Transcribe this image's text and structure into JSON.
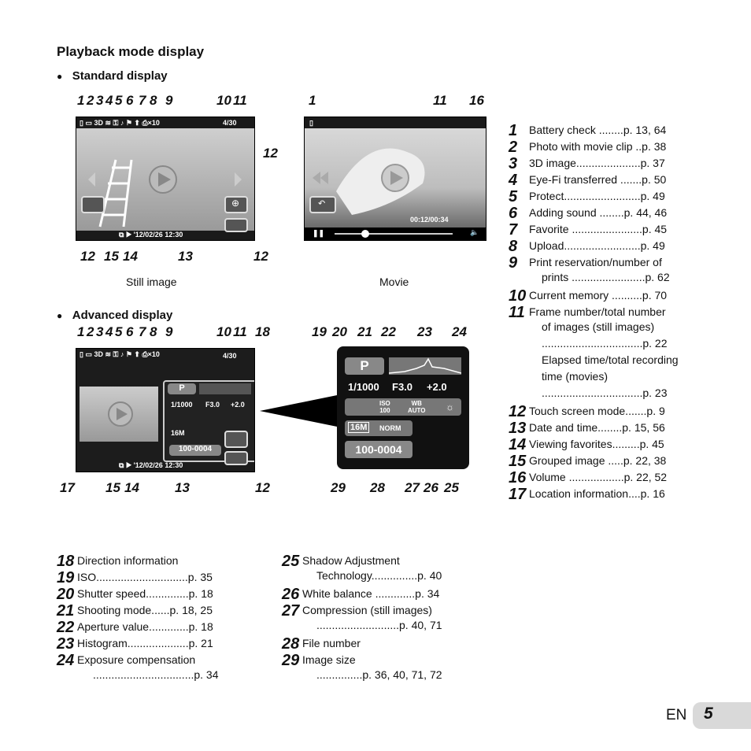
{
  "heading": "Playback mode display",
  "standard": {
    "label": "Standard display",
    "still_top_nums": [
      "1",
      "2",
      "3",
      "4",
      "5",
      "6",
      "7",
      "8",
      "9",
      "10",
      "11"
    ],
    "still_bottom_nums": [
      "12",
      "15",
      "14",
      "13",
      "12"
    ],
    "still_right_num": "12",
    "still_caption": "Still image",
    "still_frame": "4/30",
    "still_print": "⎙×10",
    "still_date": "'12/02/26  12:30",
    "movie_top_nums": [
      "1",
      "11",
      "16"
    ],
    "movie_caption": "Movie",
    "movie_time": "00:12/00:34"
  },
  "advanced": {
    "label": "Advanced display",
    "top_nums": [
      "1",
      "2",
      "3",
      "4",
      "5",
      "6",
      "7",
      "8",
      "9",
      "10",
      "11",
      "18"
    ],
    "bottom_nums": [
      "17",
      "15",
      "14",
      "13",
      "12"
    ],
    "frame": "4/30",
    "print": "⎙×10",
    "date": "'12/02/26 12:30",
    "mode": "P",
    "shutter": "1/1000",
    "aperture": "F3.0",
    "exposure": "+2.0",
    "iso": "ISO\n100",
    "wb": "WB\nAUTO",
    "size": "16M",
    "compression": "NORM",
    "file": "100-0004",
    "zoom_top_nums": [
      "19",
      "20",
      "21",
      "22",
      "23",
      "24"
    ],
    "zoom_bottom_nums": [
      "29",
      "28",
      "27",
      "26",
      "25"
    ]
  },
  "right_list": [
    {
      "n": "1",
      "text": "Battery check ........p. 13, 64"
    },
    {
      "n": "2",
      "text": "Photo with movie clip ..p. 38"
    },
    {
      "n": "3",
      "text": "3D image.....................p. 37"
    },
    {
      "n": "4",
      "text": "Eye-Fi transferred .......p. 50"
    },
    {
      "n": "5",
      "text": "Protect.........................p. 49"
    },
    {
      "n": "6",
      "text": "Adding sound ........p. 44, 46"
    },
    {
      "n": "7",
      "text": "Favorite .......................p. 45"
    },
    {
      "n": "8",
      "text": "Upload.........................p. 49"
    },
    {
      "n": "9",
      "text": "Print reservation/number of"
    },
    {
      "n": "",
      "text": "prints ........................p. 62"
    },
    {
      "n": "10",
      "text": "Current memory ..........p. 70"
    },
    {
      "n": "11",
      "text": "Frame number/total number"
    },
    {
      "n": "",
      "text": "of images (still images)"
    },
    {
      "n": "",
      "text": ".................................p. 22"
    },
    {
      "n": "",
      "text": "Elapsed time/total recording"
    },
    {
      "n": "",
      "text": "time (movies)"
    },
    {
      "n": "",
      "text": ".................................p. 23"
    },
    {
      "n": "12",
      "text": "Touch screen mode.......p. 9"
    },
    {
      "n": "13",
      "text": "Date and time........p. 15, 56"
    },
    {
      "n": "14",
      "text": "Viewing favorites.........p. 45"
    },
    {
      "n": "15",
      "text": "Grouped image .....p. 22, 38"
    },
    {
      "n": "16",
      "text": "Volume ..................p. 22, 52"
    },
    {
      "n": "17",
      "text": "Location information....p. 16"
    }
  ],
  "left_list": [
    {
      "n": "18",
      "text": "Direction information"
    },
    {
      "n": "19",
      "text": "ISO..............................p. 35"
    },
    {
      "n": "20",
      "text": "Shutter speed..............p. 18"
    },
    {
      "n": "21",
      "text": "Shooting mode......p. 18, 25"
    },
    {
      "n": "22",
      "text": "Aperture value.............p. 18"
    },
    {
      "n": "23",
      "text": "Histogram....................p. 21"
    },
    {
      "n": "24",
      "text": "Exposure compensation"
    },
    {
      "n": "",
      "text": ".................................p. 34"
    }
  ],
  "mid_list": [
    {
      "n": "25",
      "text": "Shadow Adjustment"
    },
    {
      "n": "",
      "text": "Technology...............p. 40"
    },
    {
      "n": "26",
      "text": "White balance .............p. 34"
    },
    {
      "n": "27",
      "text": "Compression (still images)"
    },
    {
      "n": "",
      "text": "...........................p. 40, 71"
    },
    {
      "n": "28",
      "text": "File number"
    },
    {
      "n": "29",
      "text": "Image size"
    },
    {
      "n": "",
      "text": "...............p. 36, 40, 71, 72"
    }
  ],
  "footer": {
    "lang": "EN",
    "page": "5"
  }
}
